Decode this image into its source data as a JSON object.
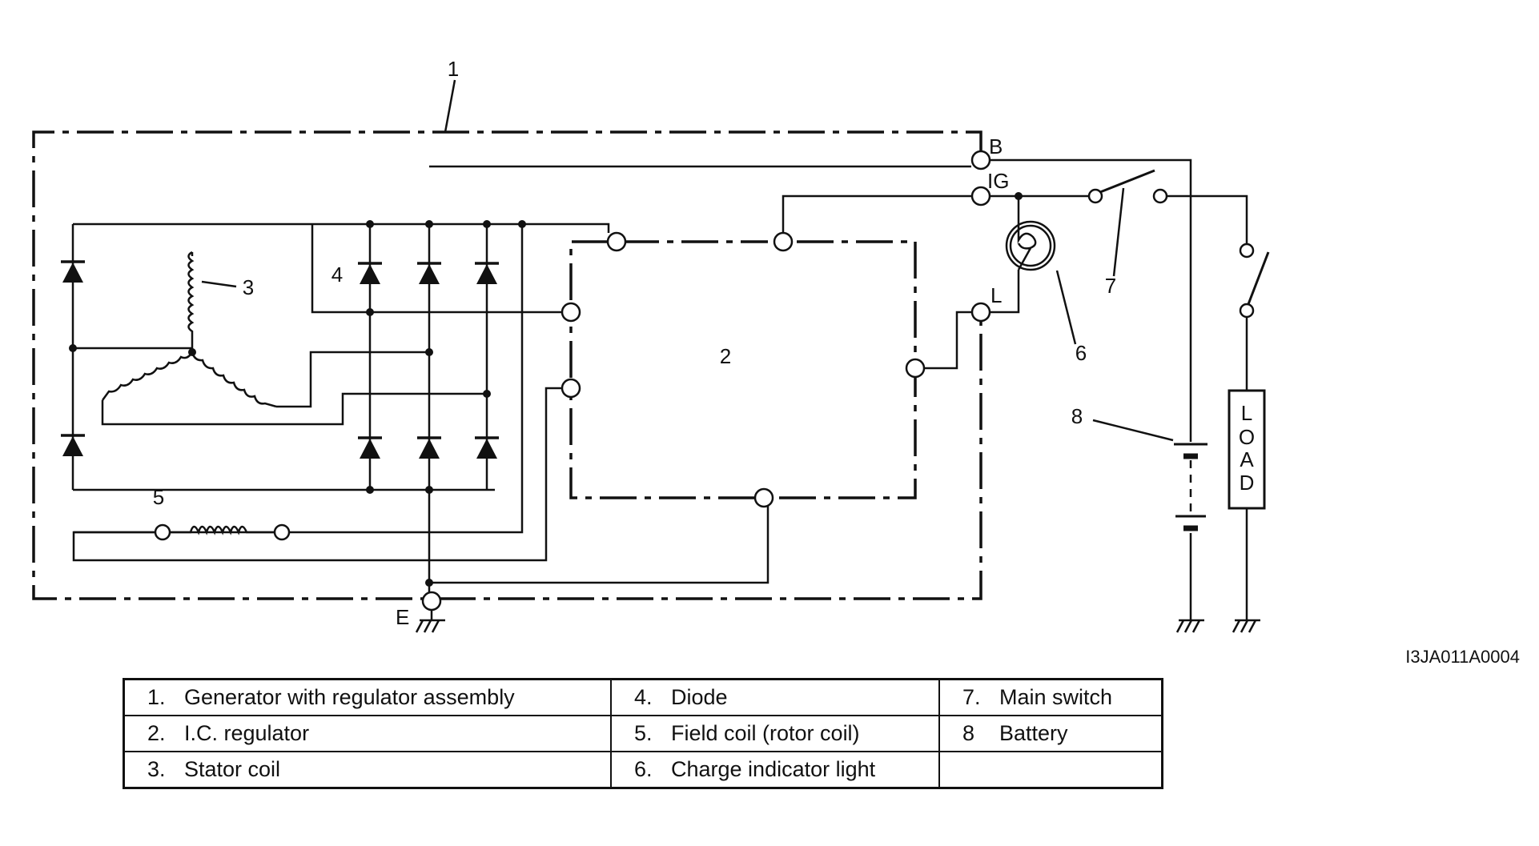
{
  "diagram": {
    "callouts": {
      "generator": "1",
      "regulator": "2",
      "stator": "3",
      "diode": "4",
      "field_coil": "5",
      "charge_light": "6",
      "main_switch": "7",
      "battery": "8"
    },
    "terminals": {
      "b": "B",
      "ig": "IG",
      "l": "L",
      "e": "E"
    },
    "load_label": [
      "L",
      "O",
      "A",
      "D"
    ],
    "figure_code": "I3JA011A0004"
  },
  "legend": {
    "rows": [
      [
        {
          "num": "1.",
          "text": "Generator with regulator assembly"
        },
        {
          "num": "4.",
          "text": "Diode"
        },
        {
          "num": "7.",
          "text": "Main switch"
        }
      ],
      [
        {
          "num": "2.",
          "text": "I.C. regulator"
        },
        {
          "num": "5.",
          "text": "Field coil (rotor coil)"
        },
        {
          "num": "8",
          "text": "Battery"
        }
      ],
      [
        {
          "num": "3.",
          "text": "Stator coil"
        },
        {
          "num": "6.",
          "text": "Charge indicator light"
        },
        {
          "num": "",
          "text": ""
        }
      ]
    ]
  }
}
